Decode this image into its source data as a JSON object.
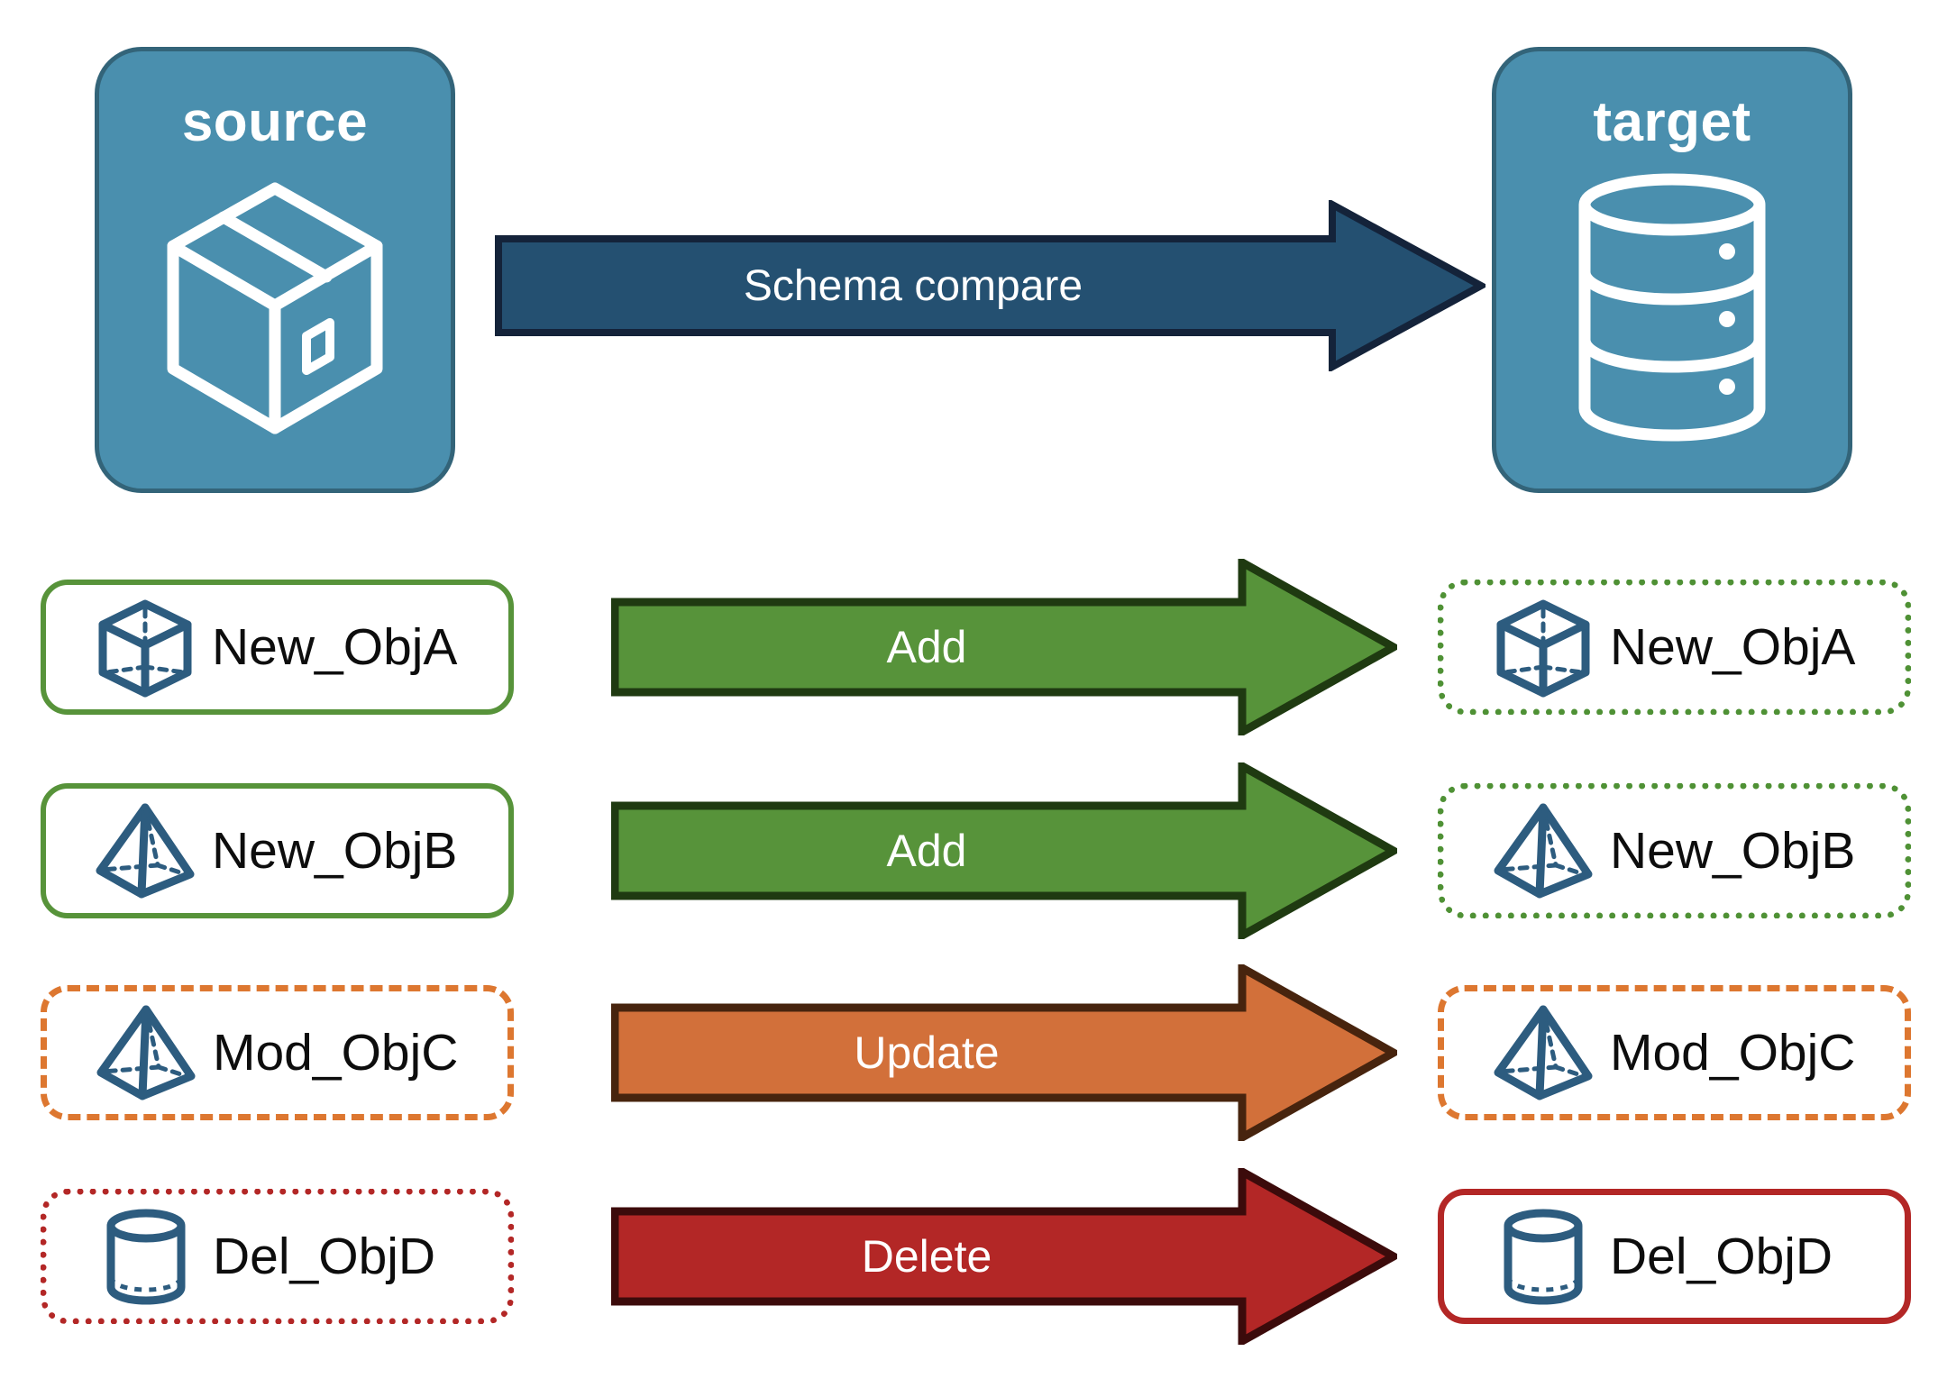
{
  "diagram": {
    "title_source": "source",
    "title_target": "target",
    "compare_arrow_label": "Schema compare"
  },
  "colors": {
    "panel_fill": "#4a8fae",
    "panel_border": "#336479",
    "compare_arrow_fill": "#245071",
    "compare_arrow_border": "#14233a",
    "add_fill": "#57933a",
    "add_border": "#1f3a11",
    "update_fill": "#d2703a",
    "update_border": "#47240e",
    "delete_fill": "#b32726",
    "delete_border": "#3c0b0b",
    "object_icon": "#2d5c7f",
    "label_text": "#0d0d0d"
  },
  "icons": {
    "source": "package-box-icon",
    "target": "database-cylinder-icon",
    "cube": "wireframe-cube-icon",
    "pyramid": "wireframe-pyramid-icon",
    "cylinder": "wireframe-cylinder-icon"
  },
  "rows": [
    {
      "id": "row-add-a",
      "source_label": "New_ObjA",
      "target_label": "New_ObjA",
      "action_label": "Add",
      "icon": "wireframe-cube-icon",
      "source_border_style": "solid-green",
      "target_border_style": "dotted-green",
      "arrow_color": "#57933a"
    },
    {
      "id": "row-add-b",
      "source_label": "New_ObjB",
      "target_label": "New_ObjB",
      "action_label": "Add",
      "icon": "wireframe-pyramid-icon",
      "source_border_style": "solid-green",
      "target_border_style": "dotted-green",
      "arrow_color": "#57933a"
    },
    {
      "id": "row-update-c",
      "source_label": "Mod_ObjC",
      "target_label": "Mod_ObjC",
      "action_label": "Update",
      "icon": "wireframe-pyramid-icon",
      "source_border_style": "dashed-orange",
      "target_border_style": "dashed-orange",
      "arrow_color": "#d2703a"
    },
    {
      "id": "row-delete-d",
      "source_label": "Del_ObjD",
      "target_label": "Del_ObjD",
      "action_label": "Delete",
      "icon": "wireframe-cylinder-icon",
      "source_border_style": "dotted-red",
      "target_border_style": "solid-red",
      "arrow_color": "#b32726"
    }
  ]
}
